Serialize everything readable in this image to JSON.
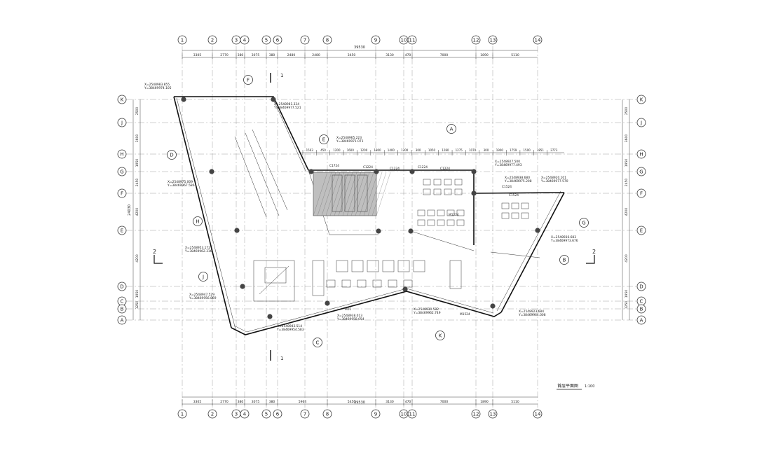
{
  "drawing": {
    "title": "首层平面图",
    "scale": "1:100",
    "overall_dim": "39530"
  },
  "grid_columns": [
    {
      "id": "1"
    },
    {
      "id": "2"
    },
    {
      "id": "3"
    },
    {
      "id": "4"
    },
    {
      "id": "5"
    },
    {
      "id": "6"
    },
    {
      "id": "7"
    },
    {
      "id": "8"
    },
    {
      "id": "9"
    },
    {
      "id": "10"
    },
    {
      "id": "11"
    },
    {
      "id": "12"
    },
    {
      "id": "13"
    },
    {
      "id": "14"
    }
  ],
  "grid_rows": [
    {
      "id": "K"
    },
    {
      "id": "J"
    },
    {
      "id": "H"
    },
    {
      "id": "G"
    },
    {
      "id": "F"
    },
    {
      "id": "E"
    },
    {
      "id": "D"
    },
    {
      "id": "C"
    },
    {
      "id": "B"
    },
    {
      "id": "A"
    }
  ],
  "top_dims": [
    "3305",
    "2770",
    "380",
    "3075",
    "380",
    "2480",
    "2480",
    "3450",
    "3130",
    "470",
    "7000",
    "1890",
    "5110"
  ],
  "bottom_dims": [
    "3305",
    "2770",
    "380",
    "3075",
    "380",
    "5964",
    "5450",
    "3130",
    "470",
    "7000",
    "1890",
    "5110"
  ],
  "left_dims": [
    "2500",
    "3600",
    "1950",
    "2450",
    "4200",
    "4200",
    "1950",
    "1250"
  ],
  "left_total": "24030",
  "inner_row_dims": [
    "1563",
    "450",
    "1200",
    "1600",
    "1200",
    "1800",
    "1400",
    "1200",
    "300",
    "1050",
    "1280",
    "1275",
    "1070",
    "300",
    "1900",
    "1759",
    "1500",
    "1851",
    "2773"
  ],
  "section_marks": [
    {
      "label": "1"
    },
    {
      "label": "1"
    },
    {
      "label": "2"
    },
    {
      "label": "2"
    }
  ],
  "detail_callouts": [
    {
      "label": "F"
    },
    {
      "label": "E"
    },
    {
      "label": "D"
    },
    {
      "label": "H"
    },
    {
      "label": "J"
    },
    {
      "label": "C"
    },
    {
      "label": "K"
    },
    {
      "label": "B"
    },
    {
      "label": "G"
    },
    {
      "label": "A"
    }
  ],
  "coordinates": [
    {
      "x": "X=2548983.855",
      "y": "Y=38469974.105"
    },
    {
      "x": "X=2548981.334",
      "y": "Y=38469977.521"
    },
    {
      "x": "X=2548965.223",
      "y": "Y=38469971.071"
    },
    {
      "x": "X=2548975.009",
      "y": "Y=38469967.586"
    },
    {
      "x": "X=2548953.172",
      "y": "Y=38469962.316"
    },
    {
      "x": "X=2548947.529",
      "y": "Y=38469956.869"
    },
    {
      "x": "X=2548943.514",
      "y": "Y=38469954.583"
    },
    {
      "x": "X=2548938.013",
      "y": "Y=38469958.054"
    },
    {
      "x": "X=2548930.582",
      "y": "Y=38469962.749"
    },
    {
      "x": "X=2548923.684",
      "y": "Y=38469964.008"
    },
    {
      "x": "X=2548936.683",
      "y": "Y=38469973.676"
    },
    {
      "x": "X=2548938.680",
      "y": "Y=38469975.208"
    },
    {
      "x": "X=2548927.500",
      "y": "Y=38469977.493"
    },
    {
      "x": "X=2548920.101",
      "y": "Y=38469977.570"
    }
  ],
  "room_tags": [
    "C1724",
    "C1224",
    "C1224",
    "C1224",
    "C1224",
    "C1524",
    "C1524",
    "M01",
    "M1524",
    "M1224"
  ],
  "colors": {
    "line": "#111111",
    "hatch": "#bfbfbf",
    "paper": "#ffffff"
  }
}
